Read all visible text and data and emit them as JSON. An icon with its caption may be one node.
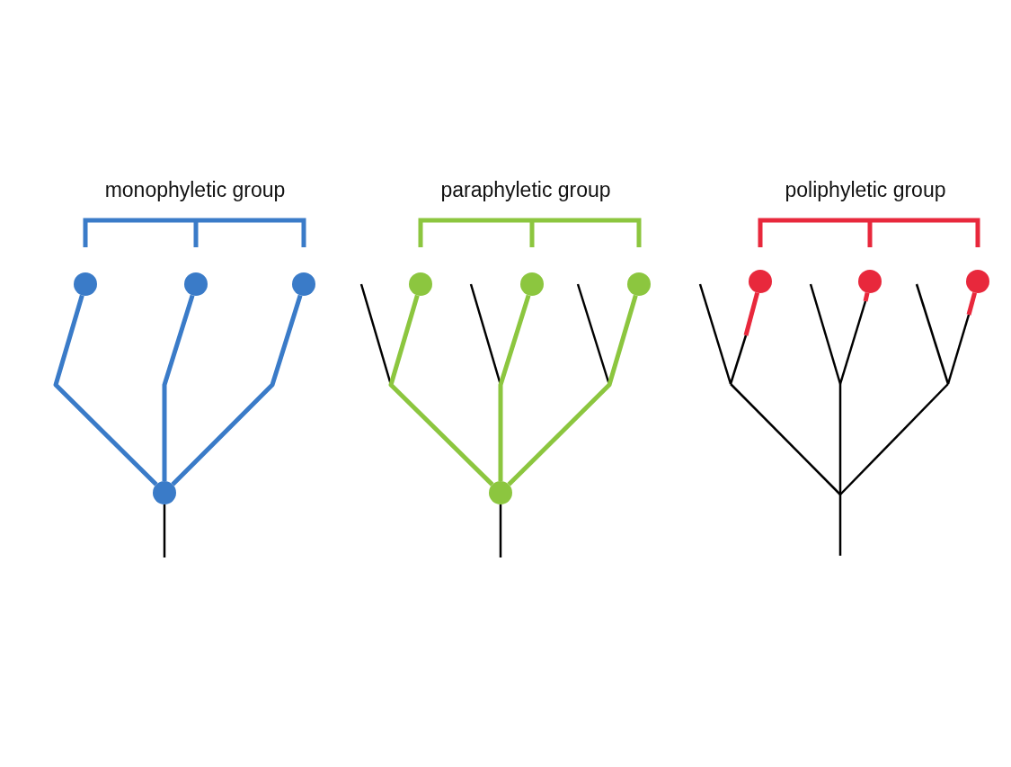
{
  "diagram": {
    "nodes": [
      {
        "text": [],
        "shape": "circle"
      },
      {
        "text": [],
        "shape": "circle"
      },
      {
        "text": [],
        "shape": "circle"
      },
      {
        "text": [],
        "shape": "circle"
      },
      {
        "text": [],
        "shape": "circle"
      },
      {
        "text": [],
        "shape": "circle"
      },
      {
        "text": [],
        "shape": "circle"
      },
      {
        "text": [],
        "shape": "circle"
      },
      {
        "text": [],
        "shape": "circle"
      },
      {
        "text": [],
        "shape": "circle"
      },
      {
        "text": [],
        "shape": "circle"
      }
    ],
    "edges": [
      {
        "from": 3,
        "to": 0,
        "arrow": "none",
        "color": "#3a7bc8"
      },
      {
        "from": 3,
        "to": 1,
        "arrow": "none",
        "color": "#3a7bc8"
      },
      {
        "from": 3,
        "to": 2,
        "arrow": "none",
        "color": "#3a7bc8"
      },
      {
        "from": 3,
        "to": null,
        "arrow": "none",
        "color": "#000000"
      },
      {
        "from": 7,
        "to": 4,
        "arrow": "none",
        "color": "#8cc63f"
      },
      {
        "from": 7,
        "to": 5,
        "arrow": "none",
        "color": "#8cc63f"
      },
      {
        "from": 7,
        "to": 6,
        "arrow": "none",
        "color": "#8cc63f"
      },
      {
        "from": 7,
        "to": null,
        "arrow": "none",
        "color": "#000000"
      },
      {
        "from": 8,
        "to": null,
        "arrow": "none",
        "color": "#e8283c"
      },
      {
        "from": 9,
        "to": null,
        "arrow": "none",
        "color": "#e8283c"
      },
      {
        "from": 10,
        "to": null,
        "arrow": "none",
        "color": "#e8283c"
      }
    ],
    "labels": [
      "monophyletic group",
      "paraphyletic group",
      "poliphyletic group"
    ]
  }
}
